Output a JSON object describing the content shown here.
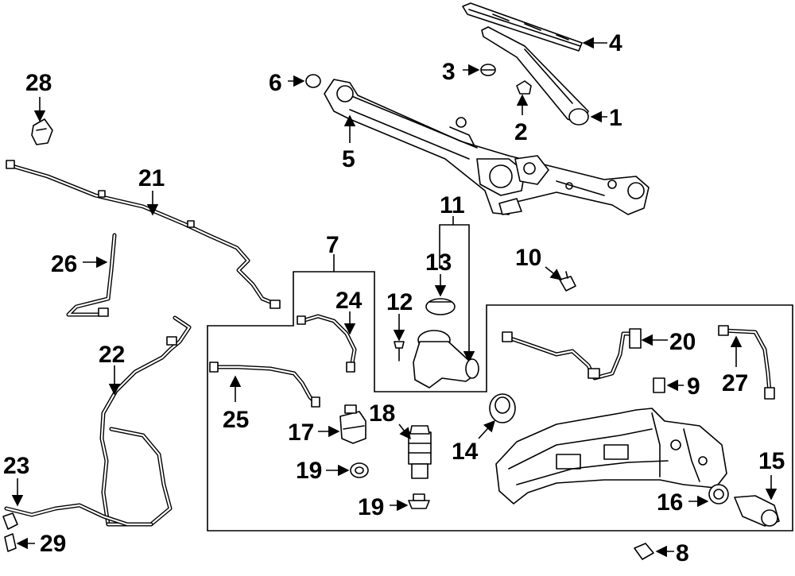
{
  "diagram": {
    "callouts": [
      {
        "id": "c1",
        "label": "1"
      },
      {
        "id": "c2",
        "label": "2"
      },
      {
        "id": "c3",
        "label": "3"
      },
      {
        "id": "c4",
        "label": "4"
      },
      {
        "id": "c5",
        "label": "5"
      },
      {
        "id": "c6",
        "label": "6"
      },
      {
        "id": "c7",
        "label": "7"
      },
      {
        "id": "c8",
        "label": "8"
      },
      {
        "id": "c9",
        "label": "9"
      },
      {
        "id": "c10",
        "label": "10"
      },
      {
        "id": "c11",
        "label": "11"
      },
      {
        "id": "c12",
        "label": "12"
      },
      {
        "id": "c13",
        "label": "13"
      },
      {
        "id": "c14",
        "label": "14"
      },
      {
        "id": "c15",
        "label": "15"
      },
      {
        "id": "c16",
        "label": "16"
      },
      {
        "id": "c17",
        "label": "17"
      },
      {
        "id": "c18",
        "label": "18"
      },
      {
        "id": "c19a",
        "label": "19"
      },
      {
        "id": "c19b",
        "label": "19"
      },
      {
        "id": "c20",
        "label": "20"
      },
      {
        "id": "c21",
        "label": "21"
      },
      {
        "id": "c22",
        "label": "22"
      },
      {
        "id": "c23",
        "label": "23"
      },
      {
        "id": "c24",
        "label": "24"
      },
      {
        "id": "c25",
        "label": "25"
      },
      {
        "id": "c26",
        "label": "26"
      },
      {
        "id": "c27",
        "label": "27"
      },
      {
        "id": "c28",
        "label": "28"
      },
      {
        "id": "c29",
        "label": "29"
      }
    ]
  }
}
